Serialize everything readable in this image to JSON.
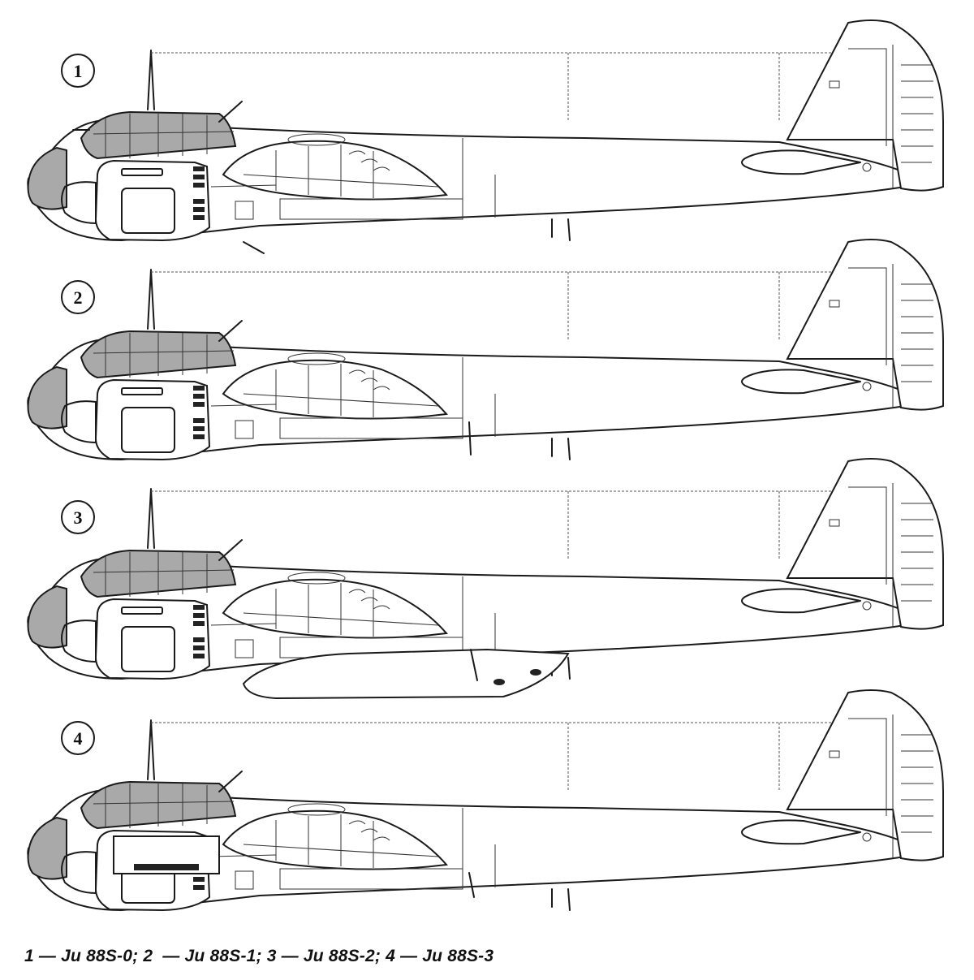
{
  "variants": [
    {
      "number": "1",
      "model": "Ju 88S-0"
    },
    {
      "number": "2",
      "model": "Ju 88S-1"
    },
    {
      "number": "3",
      "model": "Ju 88S-2"
    },
    {
      "number": "4",
      "model": "Ju 88S-3"
    }
  ],
  "caption": "1 — Ju 88S-0; 2  — Ju 88S-1; 3 — Ju 88S-2; 4 — Ju 88S-3",
  "colors": {
    "line": "#1a1a1a",
    "glazing": "#a9a9a9",
    "background": "#ffffff"
  }
}
